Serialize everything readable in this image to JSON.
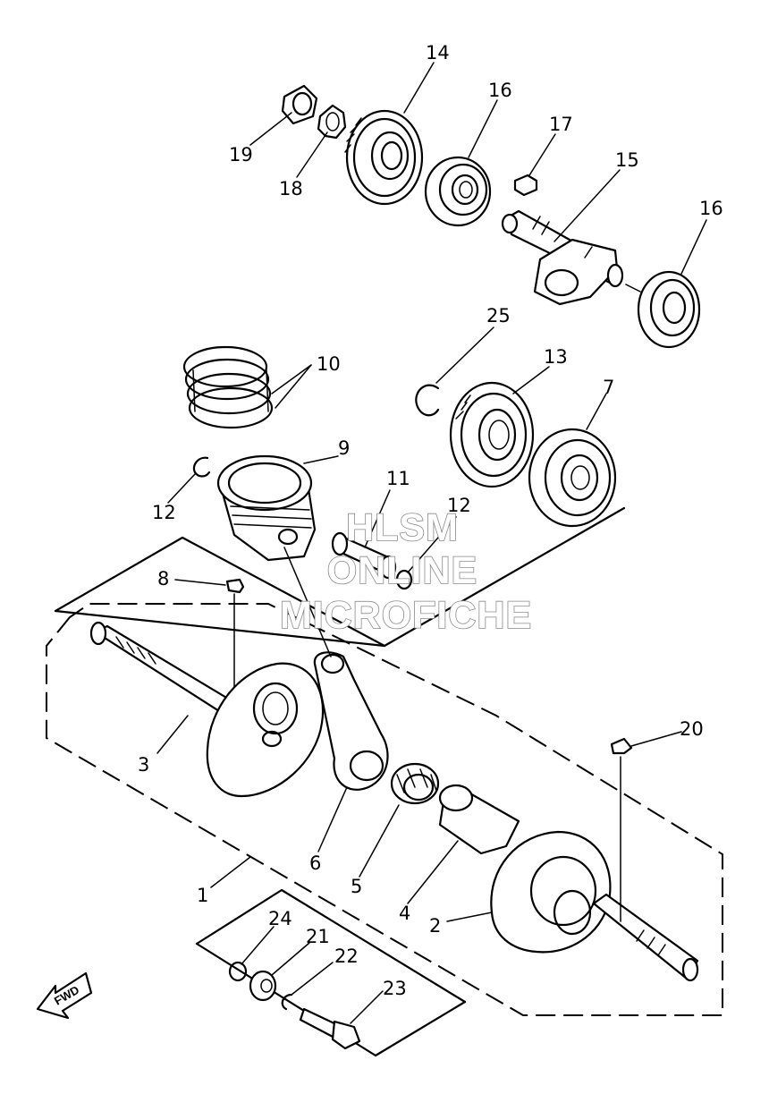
{
  "diagram": {
    "callouts": {
      "c1": "1",
      "c2": "2",
      "c3": "3",
      "c4": "4",
      "c5": "5",
      "c6": "6",
      "c7": "7",
      "c8": "8",
      "c9": "9",
      "c10": "10",
      "c11": "11",
      "c12a": "12",
      "c12b": "12",
      "c13": "13",
      "c14": "14",
      "c15": "15",
      "c16a": "16",
      "c16b": "16",
      "c17": "17",
      "c18": "18",
      "c19": "19",
      "c20": "20",
      "c21": "21",
      "c22": "22",
      "c23": "23",
      "c24": "24",
      "c25": "25"
    },
    "direction_arrow": "FWD",
    "watermark": {
      "line1": "HLSM",
      "line2": "ONLINE",
      "line3": "MICROFICHE"
    }
  }
}
